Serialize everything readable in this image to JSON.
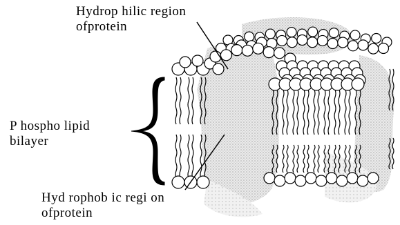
{
  "labels": {
    "hydrophilic_line1": "Hydrop hilic region",
    "hydrophilic_line2": "ofprotein",
    "phospholipid_line1": "P hospho lipid",
    "phospholipid_line2": "bilayer",
    "hydrophobic_line1": "Hyd rophob ic regi on",
    "hydrophobic_line2": "ofprotein"
  },
  "colors": {
    "ink": "#000000",
    "protein_fill": "#c8c8c8",
    "background": "#ffffff"
  }
}
